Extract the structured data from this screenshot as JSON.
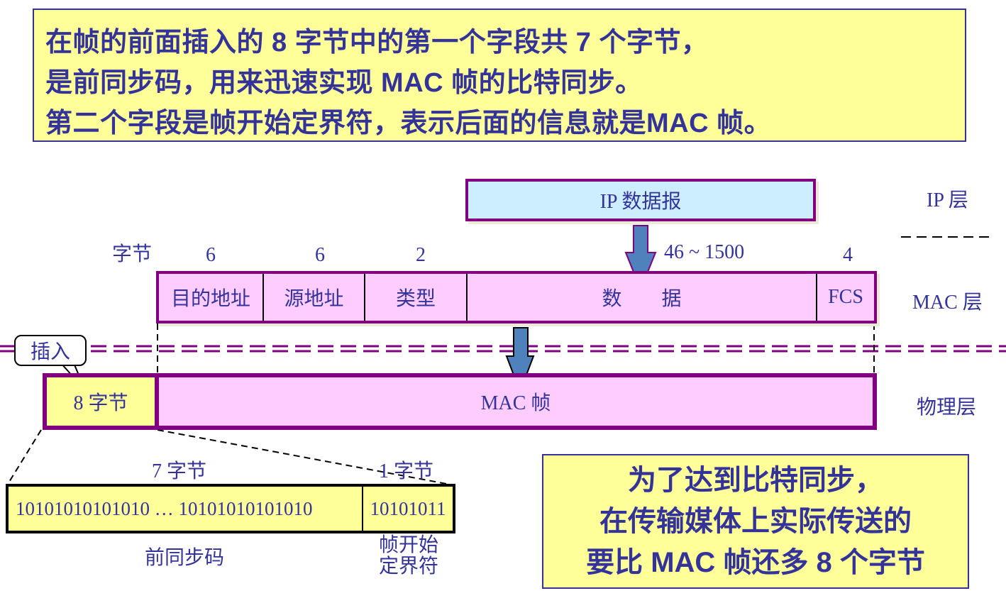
{
  "top_note": {
    "lines": [
      "在帧的前面插入的 8 字节中的第一个字段共 7 个字节，",
      "是前同步码，用来迅速实现 MAC 帧的比特同步。",
      "第二个字段是帧开始定界符，表示后面的信息就是MAC 帧。"
    ]
  },
  "ip_layer": {
    "box_label": "IP 数据报",
    "layer_label": "IP 层"
  },
  "mac_layer": {
    "layer_label": "MAC 层",
    "bytes_label": "字节",
    "fields": [
      {
        "name": "目的地址",
        "bytes": "6"
      },
      {
        "name": "源地址",
        "bytes": "6"
      },
      {
        "name": "类型",
        "bytes": "2"
      },
      {
        "name": "数　　据",
        "bytes": "46 ~ 1500"
      },
      {
        "name": "FCS",
        "bytes": "4"
      }
    ]
  },
  "physical_layer": {
    "layer_label": "物理层",
    "preamble_box": "8 字节",
    "frame_box": "MAC 帧",
    "callout": "插入"
  },
  "preamble_detail": {
    "left_bytes": "7 字节",
    "right_bytes": "1 字节",
    "left_bits": "10101010101010  … 10101010101010",
    "right_bits": "10101011",
    "left_caption": "前同步码",
    "right_caption_lines": [
      "帧开始",
      "定界符"
    ]
  },
  "bottom_note": {
    "lines": [
      "为了达到比特同步，",
      "在传输媒体上实际传送的",
      "要比 MAC 帧还多 8 个字节"
    ]
  },
  "colors": {
    "text": "#333399",
    "frame_border": "#800080",
    "mac_fill": "#ffccff",
    "ip_fill": "#cceeff",
    "note_fill": "#ffff99",
    "arrow_fill": "#4f81bd"
  }
}
